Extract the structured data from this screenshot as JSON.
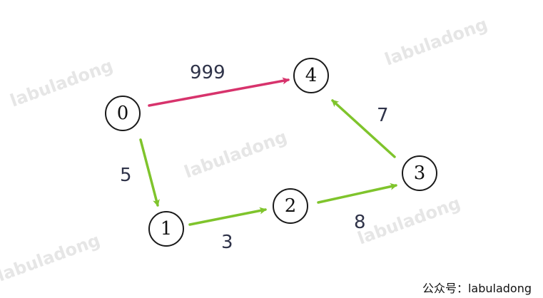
{
  "watermark": "labuladong",
  "credit": {
    "prefix": "公众号：",
    "name": "labuladong"
  },
  "colors": {
    "highlight": "#d7336c",
    "path": "#7fc42c",
    "node_stroke": "#1a1a1a",
    "label": "#2f3349"
  },
  "graph": {
    "nodes": [
      {
        "id": "0",
        "label": "0"
      },
      {
        "id": "1",
        "label": "1"
      },
      {
        "id": "2",
        "label": "2"
      },
      {
        "id": "3",
        "label": "3"
      },
      {
        "id": "4",
        "label": "4"
      }
    ],
    "edges": [
      {
        "from": "0",
        "to": "4",
        "weight": "999",
        "color": "#d7336c"
      },
      {
        "from": "0",
        "to": "1",
        "weight": "5",
        "color": "#7fc42c"
      },
      {
        "from": "1",
        "to": "2",
        "weight": "3",
        "color": "#7fc42c"
      },
      {
        "from": "2",
        "to": "3",
        "weight": "8",
        "color": "#7fc42c"
      },
      {
        "from": "3",
        "to": "4",
        "weight": "7",
        "color": "#7fc42c"
      }
    ]
  }
}
